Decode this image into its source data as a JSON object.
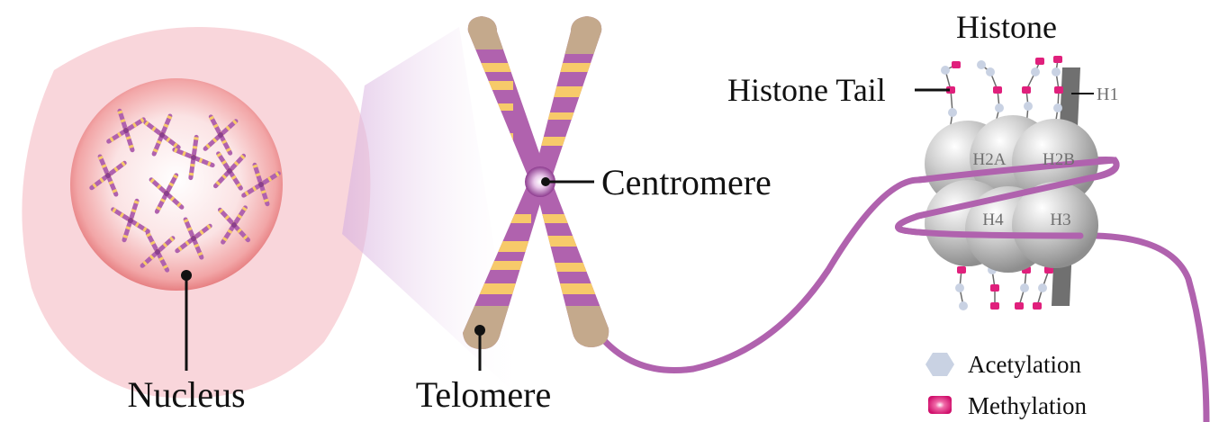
{
  "labels": {
    "nucleus": "Nucleus",
    "telomere": "Telomere",
    "centromere": "Centromere",
    "histone": "Histone",
    "histone_tail": "Histone Tail",
    "h1": "H1",
    "h2a": "H2A",
    "h2b": "H2B",
    "h3": "H3",
    "h4": "H4"
  },
  "legend": {
    "acetylation": "Acetylation",
    "methylation": "Methylation"
  },
  "colors": {
    "cell": "#f9d6db",
    "nucleus_rim": "#e0696c",
    "chromosome": "#b062ae",
    "band": "#f7ca6a",
    "telomere": "#c4a98c",
    "histone": "#bdbdbd",
    "h1": "#707070",
    "acetylation": "#c9d2e3",
    "methylation": "#e0207c"
  }
}
